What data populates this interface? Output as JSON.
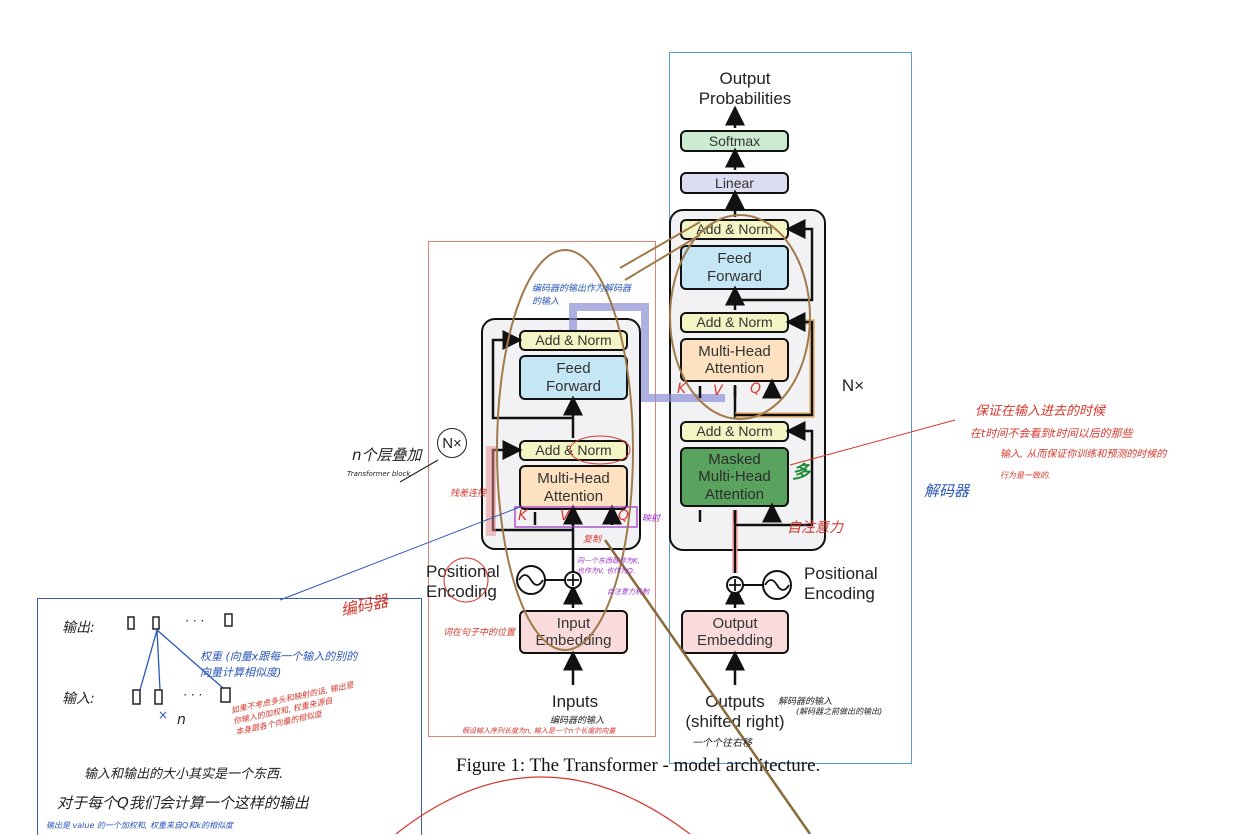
{
  "figure": {
    "caption": "Figure 1: The Transformer - model architecture."
  },
  "decoder_side": {
    "output_probabilities": "Output\nProbabilities",
    "softmax": "Softmax",
    "linear": "Linear",
    "add_norm_top": "Add & Norm",
    "feed_forward": "Feed\nForward",
    "add_norm_mid": "Add & Norm",
    "multi_head_attention": "Multi-Head\nAttention",
    "add_norm_bottom": "Add & Norm",
    "masked_attention": "Masked\nMulti-Head\nAttention",
    "repeat": "N×",
    "positional_encoding": "Positional\nEncoding",
    "output_embedding": "Output\nEmbedding",
    "outputs": "Outputs\n(shifted right)"
  },
  "encoder_side": {
    "add_norm_top": "Add & Norm",
    "feed_forward": "Feed\nForward",
    "add_norm_bottom": "Add & Norm",
    "multi_head_attention": "Multi-Head\nAttention",
    "repeat": "N×",
    "positional_encoding": "Positional\nEncoding",
    "input_embedding": "Input\nEmbedding",
    "inputs": "Inputs"
  },
  "annotations": {
    "encoder_output_as_decoder_input": "编码器的输出作为解码器\n的输入",
    "n_layers_stacked": "n个层叠加",
    "transformer_block": "Transformer block",
    "residual_connection": "残差连接",
    "copy": "复制",
    "k_label": "K",
    "v_label": "V",
    "q_label": "Q",
    "qkv_same": "同一个东西既作为K,\n也作为V, 也作为Q.",
    "self_attention_mech": "自注意力机制",
    "self_attention_right": "自注意力",
    "position_note": "词在句子中的位置",
    "encoder_label": "编码器",
    "decoder_label": "解码器",
    "encoder_input": "编码器的输入",
    "decoder_input": "解码器的输入",
    "decoder_prev_output": "(解码器之前做出的输出)",
    "shift_one": "一个个往右移",
    "input_seq_note": "假设输入序列长度为n, 输入是一个n个长度的向量",
    "masked_note_line1": "保证在输入进去的时候",
    "masked_note_line2": "在t时间不会看到t时间以后的那些",
    "masked_note_line3": "输入, 从而保证你训练和预测的时候的",
    "masked_note_line4": "行为是一致的.",
    "mask_green": "多",
    "mapping": "映射",
    "vector_labels": "向量"
  },
  "notes_box": {
    "output_row": "输出:",
    "input_row": "输入:",
    "dots": "· · ·",
    "n_label": "n",
    "x_label": "×",
    "weight_note": "权重 (向量x跟每一个输入的别的\n向量计算相似度)",
    "red_note": "如果不考虑多头和映射的话, 输出是\n你输入的加权和, 权重来源自\n本身跟各个向量的相似度",
    "line1": "输入和输出的大小其实是一个东西.",
    "line2": "对于每个Q我们会计算一个这样的输出",
    "line3": "输出是 value 的一个加权和, 权重来自Q和k的相似度"
  },
  "colors": {
    "add_norm": "#f3f6c4",
    "feed_forward": "#c5e7f5",
    "attention": "#fde1c0",
    "masked_highlight": "#5aa35e",
    "embedding": "#f9dbdb",
    "softmax": "#cdebd0",
    "linear": "#dcdcf2",
    "annotation_red": "#d6372c",
    "annotation_blue": "#2a56b8",
    "annotation_purple": "#9b2fc9",
    "ellipse_brown": "#a07a4a"
  }
}
